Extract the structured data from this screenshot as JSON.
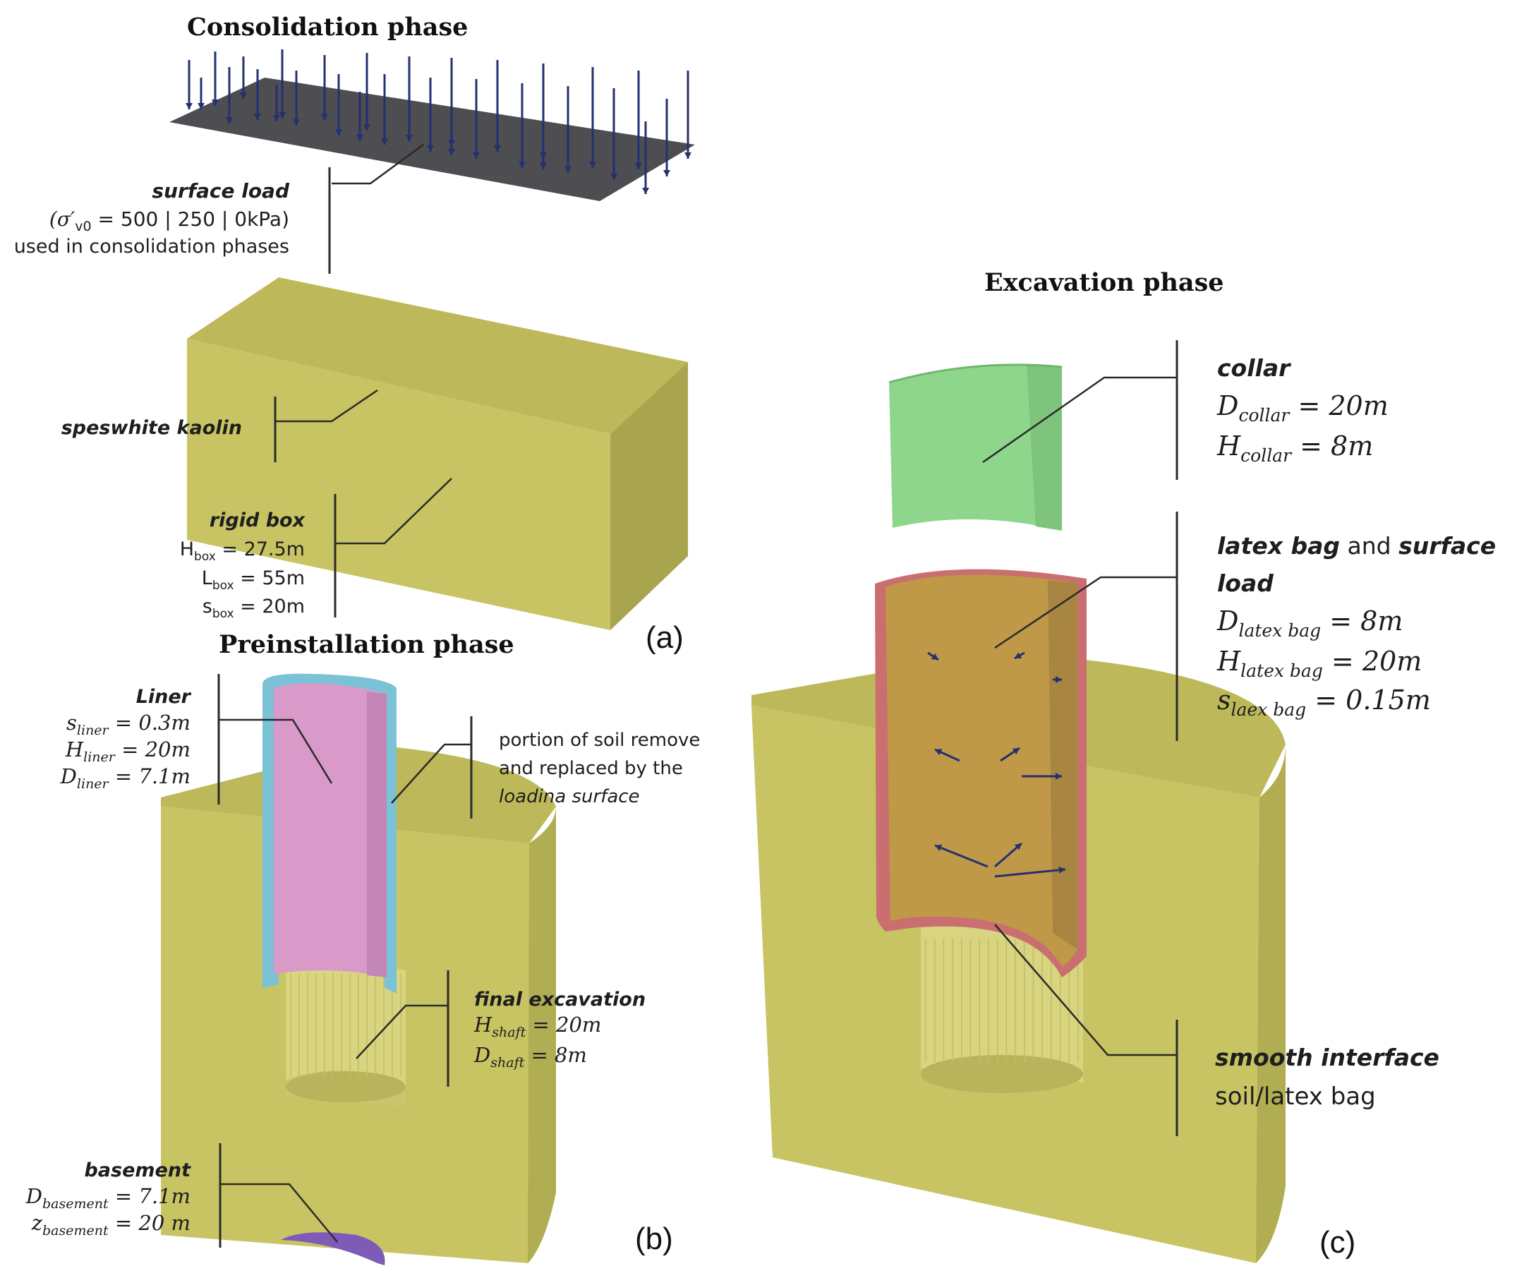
{
  "panels": {
    "a": {
      "heading": "Consolidation phase",
      "letter": "(a)",
      "surface_load": {
        "title": "surface load",
        "formula": "(σ′",
        "formula_sub": "v0",
        "formula_rest": " = 500 | 250 | 0kPa)",
        "caption": "used in consolidation phases"
      },
      "kaolin_label": "speswhite kaolin",
      "rigid_box": {
        "title": "rigid box",
        "h_main": "H",
        "h_sub": "box",
        "h_val": " = 27.5m",
        "l_main": "L",
        "l_sub": "box",
        "l_val": " = 55m",
        "s_main": "s",
        "s_sub": "box",
        "s_val": " = 20m"
      }
    },
    "b": {
      "heading": "Preinstallation phase",
      "letter": "(b)",
      "liner": {
        "title": "Liner",
        "s_main": "s",
        "s_sub": "liner",
        "s_val": " = 0.3m",
        "h_main": "H",
        "h_sub": "liner",
        "h_val": " = 20m",
        "d_main": "D",
        "d_sub": "liner",
        "d_val": " = 7.1m"
      },
      "portion_note": {
        "line1": "portion of soil remove",
        "line2": "and replaced by the",
        "line3": "loadina surface"
      },
      "final_excavation": {
        "title": "final excavation",
        "h_main": "H",
        "h_sub": "shaft",
        "h_val": " = 20m",
        "d_main": "D",
        "d_sub": "shaft",
        "d_val": " = 8m"
      },
      "basement": {
        "title": "basement",
        "d_main": "D",
        "d_sub": "basement",
        "d_val": " = 7.1m",
        "z_main": "z",
        "z_sub": "basement",
        "z_val": " = 20 m"
      }
    },
    "c": {
      "heading": "Excavation phase",
      "letter": "(c)",
      "collar": {
        "title": "collar",
        "d_main": "D",
        "d_sub": "collar",
        "d_val": " = 20m",
        "h_main": "H",
        "h_sub": "collar",
        "h_val": " = 8m"
      },
      "latex_bag": {
        "title_bold1": "latex bag",
        "title_plain": " and ",
        "title_bold2": "surface",
        "title_line2": "load",
        "d_main": "D",
        "d_sub": "latex bag",
        "d_val": " = 8m",
        "h_main": "H",
        "h_sub": "latex bag",
        "h_val": " = 20m",
        "s_main": "s",
        "s_sub": "laex bag",
        "s_val": " = 0.15m"
      },
      "interface": {
        "title": "smooth interface",
        "caption": "soil/latex bag"
      }
    }
  },
  "colors": {
    "soil_front": "#c8c463",
    "soil_top": "#bdb95a",
    "soil_side": "#a9a54e",
    "plate": "#4d4d52",
    "load_arrow": "#25306e",
    "liner": "#7cc2d6",
    "liner_inner": "#d99ac9",
    "collar": "#8fd68d",
    "latex_bag": "#bf9848",
    "latex_rim": "#c96f6f",
    "basement": "#7d5bb7"
  }
}
